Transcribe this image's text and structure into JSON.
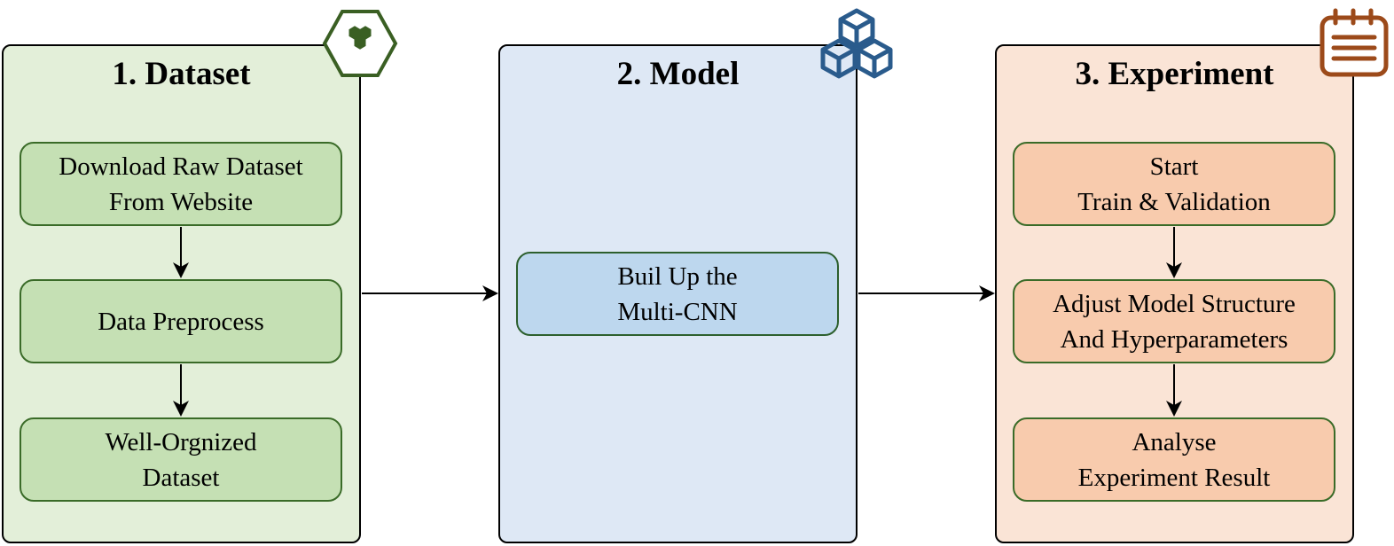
{
  "panels": [
    {
      "title": "1. Dataset",
      "icon": "hexagon-cluster-icon",
      "color": "#e3efd9",
      "steps": [
        {
          "lines": [
            "Download Raw Dataset",
            "From Website"
          ]
        },
        {
          "lines": [
            "Data Preprocess"
          ]
        },
        {
          "lines": [
            "Well-Orgnized",
            "Dataset"
          ]
        }
      ]
    },
    {
      "title": "2. Model",
      "icon": "stacked-cubes-icon",
      "color": "#dee8f5",
      "steps": [
        {
          "lines": [
            "Buil Up the",
            "Multi-CNN"
          ]
        }
      ]
    },
    {
      "title": "3. Experiment",
      "icon": "notepad-icon",
      "color": "#fae4d6",
      "steps": [
        {
          "lines": [
            "Start",
            "Train & Validation"
          ]
        },
        {
          "lines": [
            "Adjust Model Structure",
            "And Hyperparameters"
          ]
        },
        {
          "lines": [
            "Analyse",
            "Experiment Result"
          ]
        }
      ]
    }
  ],
  "colors": {
    "green_icon": "#3a5f23",
    "blue_icon": "#2a5b8c",
    "orange_icon": "#9c4a1a",
    "arrow": "#000000"
  }
}
